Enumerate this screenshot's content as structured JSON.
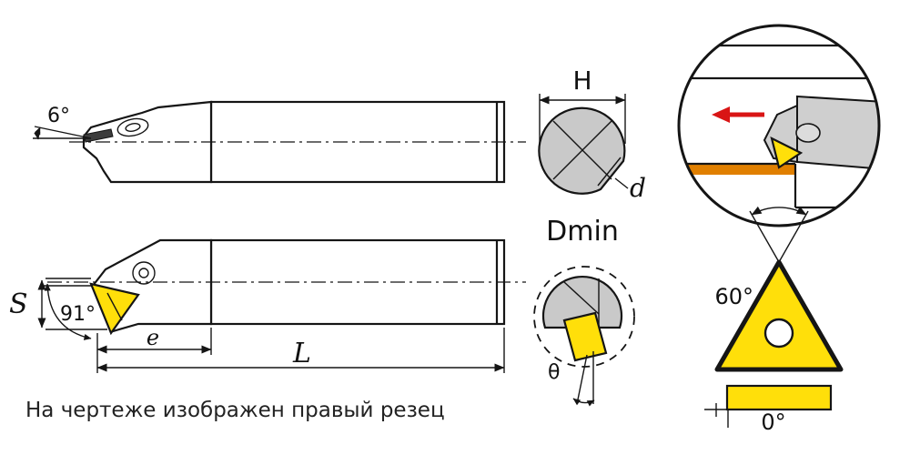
{
  "caption": "На чертеже изображен правый резец",
  "labels": {
    "tilt_angle": "6°",
    "shank_s": "S",
    "main_angle": "91°",
    "dim_e": "e",
    "dim_l": "L",
    "dim_h": "H",
    "dim_d": "d",
    "dmin": "Dmin",
    "theta": "θ",
    "insert_angle": "60°",
    "relief_angle": "0°"
  },
  "colors": {
    "insert_yellow": "#ffdf0a",
    "section_gray": "#c9c9c9",
    "machined_surface_orange": "#e07f00",
    "feed_arrow_red": "#d91515",
    "outline": "#151515"
  }
}
